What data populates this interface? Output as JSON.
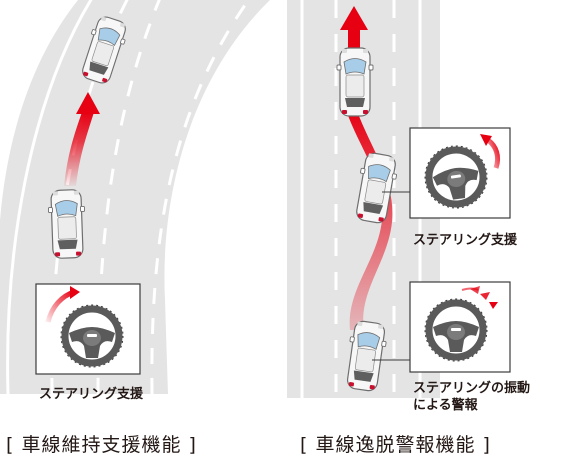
{
  "left_panel": {
    "inset_label": "ステアリング支援",
    "caption": "[ 車線維持支援機能 ]"
  },
  "right_panel": {
    "inset_top_label": "ステアリング支援",
    "inset_bottom_label_line1": "ステアリングの振動",
    "inset_bottom_label_line2": "による警報",
    "caption": "[ 車線逸脱警報機能 ]"
  },
  "colors": {
    "road": "#e4e4e4",
    "lane_marking": "#ffffff",
    "arrow_red": "#e60012",
    "car_body": "#f7f7f7",
    "windshield": "#a8cde8",
    "steering_wheel": "#5a5a5a"
  },
  "icons": [
    "car-icon",
    "steering-wheel-icon",
    "curved-arrow-icon",
    "vibration-arrows-icon"
  ]
}
